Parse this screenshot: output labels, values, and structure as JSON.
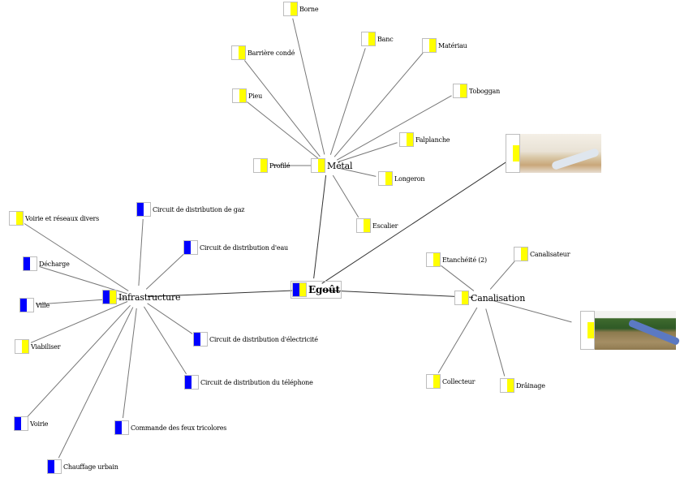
{
  "colors": {
    "blue": "#0000ff",
    "yellow": "#ffff00",
    "white": "#ffffff",
    "border": "#bdbdbd",
    "edge": "#555555"
  },
  "nodes": {
    "egout": {
      "label": "Egoût",
      "icon": "blue-yellow"
    },
    "metal": {
      "label": "Métal",
      "icon": "white-yellow"
    },
    "borne": {
      "label": "Borne",
      "icon": "white-yellow"
    },
    "barriere": {
      "label": "Barrière condé",
      "icon": "white-yellow"
    },
    "banc": {
      "label": "Banc",
      "icon": "white-yellow"
    },
    "materiau": {
      "label": "Matériau",
      "icon": "white-yellow"
    },
    "pieu": {
      "label": "Pieu",
      "icon": "white-yellow"
    },
    "toboggan": {
      "label": "Toboggan",
      "icon": "white-yellow"
    },
    "falplanche": {
      "label": "Falplanche",
      "icon": "white-yellow"
    },
    "profile": {
      "label": "Profilé",
      "icon": "white-yellow"
    },
    "longeron": {
      "label": "Longeron",
      "icon": "white-yellow"
    },
    "escalier": {
      "label": "Escalier",
      "icon": "white-yellow"
    },
    "canalisation": {
      "label": "Canalisation",
      "icon": "white-yellow"
    },
    "etancheite": {
      "label": "Etanchéité (2)",
      "icon": "white-yellow"
    },
    "canalisateur": {
      "label": "Canalisateur",
      "icon": "white-yellow"
    },
    "collecteur": {
      "label": "Collecteur",
      "icon": "white-yellow"
    },
    "drainage": {
      "label": "Drâinage",
      "icon": "white-yellow"
    },
    "infrastructure": {
      "label": "Infrastructure",
      "icon": "blue-yellow"
    },
    "voirie_reseaux": {
      "label": "Voirie et réseaux divers",
      "icon": "white-yellow"
    },
    "gaz": {
      "label": "Circuit de distribution de gaz",
      "icon": "blue-white"
    },
    "eau": {
      "label": "Circuit de distribution d'eau",
      "icon": "blue-white"
    },
    "decharge": {
      "label": "Décharge",
      "icon": "blue-white"
    },
    "ville": {
      "label": "Ville",
      "icon": "blue-white"
    },
    "viabiliser": {
      "label": "Viabiliser",
      "icon": "white-yellow"
    },
    "electricite": {
      "label": "Circuit de distribution d'électricité",
      "icon": "blue-white"
    },
    "telephone": {
      "label": "Circuit de distribution du téléphone",
      "icon": "blue-white"
    },
    "voirie": {
      "label": "Voirie",
      "icon": "blue-white"
    },
    "feux": {
      "label": "Commande des feux tricolores",
      "icon": "blue-white"
    },
    "chauffage": {
      "label": "Chauffage urbain",
      "icon": "blue-white"
    }
  },
  "image_nodes": {
    "img_egout": {
      "icon": "white-yellow",
      "picture": "sewer-cross-section-photo"
    },
    "img_canal": {
      "icon": "white-yellow",
      "picture": "pipe-trench-construction-photo"
    }
  },
  "edges": [
    [
      "egout",
      "metal"
    ],
    [
      "egout",
      "canalisation"
    ],
    [
      "egout",
      "infrastructure"
    ],
    [
      "egout",
      "img_egout"
    ],
    [
      "metal",
      "borne"
    ],
    [
      "metal",
      "barriere"
    ],
    [
      "metal",
      "banc"
    ],
    [
      "metal",
      "materiau"
    ],
    [
      "metal",
      "pieu"
    ],
    [
      "metal",
      "toboggan"
    ],
    [
      "metal",
      "falplanche"
    ],
    [
      "metal",
      "profile"
    ],
    [
      "metal",
      "longeron"
    ],
    [
      "metal",
      "escalier"
    ],
    [
      "canalisation",
      "etancheite"
    ],
    [
      "canalisation",
      "canalisateur"
    ],
    [
      "canalisation",
      "collecteur"
    ],
    [
      "canalisation",
      "drainage"
    ],
    [
      "canalisation",
      "img_canal"
    ],
    [
      "infrastructure",
      "voirie_reseaux"
    ],
    [
      "infrastructure",
      "gaz"
    ],
    [
      "infrastructure",
      "eau"
    ],
    [
      "infrastructure",
      "decharge"
    ],
    [
      "infrastructure",
      "ville"
    ],
    [
      "infrastructure",
      "viabiliser"
    ],
    [
      "infrastructure",
      "electricite"
    ],
    [
      "infrastructure",
      "telephone"
    ],
    [
      "infrastructure",
      "voirie"
    ],
    [
      "infrastructure",
      "feux"
    ],
    [
      "infrastructure",
      "chauffage"
    ]
  ]
}
